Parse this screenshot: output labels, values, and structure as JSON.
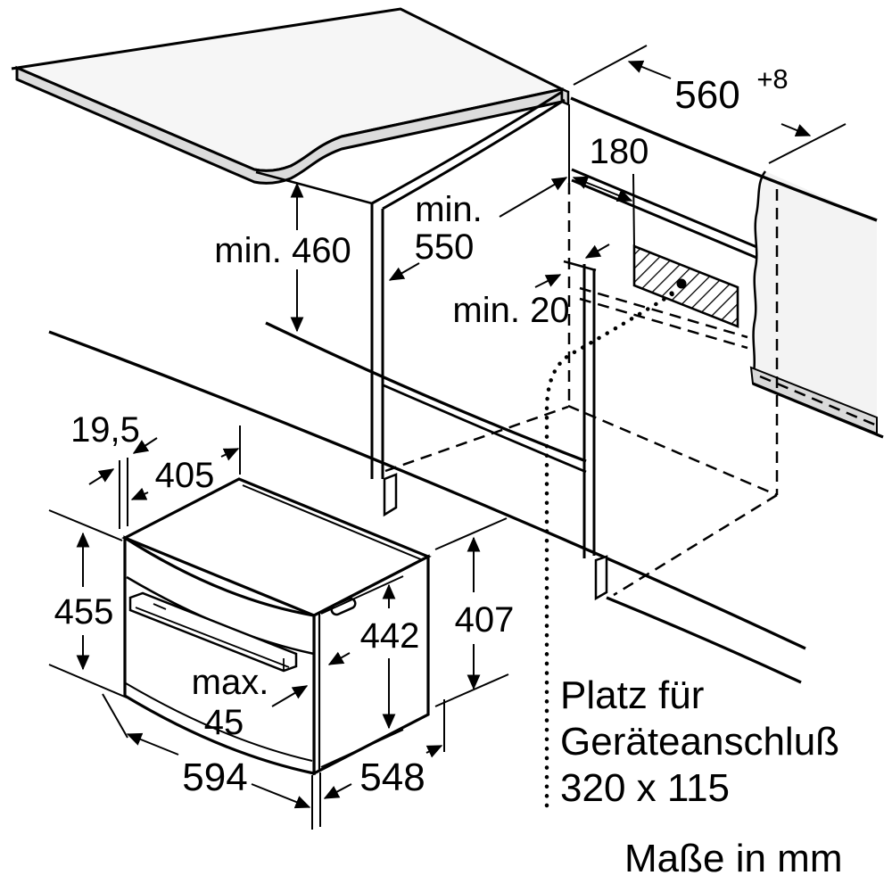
{
  "diagram_title": "Built-in oven installation drawing",
  "units_note": "Maße in mm",
  "connection_note": {
    "line1": "Platz für",
    "line2": "Geräteanschluß",
    "line3": "320 x 115"
  },
  "dimensions": {
    "niche_width": {
      "value": "560",
      "tolerance": "+8"
    },
    "connection_offset": "180",
    "niche_depth": {
      "line1": "min.",
      "line2": "550"
    },
    "worktop_clearance": "min. 460",
    "rear_gap": "min. 20",
    "front_frame_depth": "19,5",
    "top_depth": "405",
    "appliance_height": "455",
    "body_height": "442",
    "rear_height": "407",
    "handle_clearance": {
      "line1": "max.",
      "line2": "45"
    },
    "appliance_width": "594",
    "body_depth": "548"
  },
  "colors": {
    "line": "#000000",
    "counter_top": "#f6f6f6",
    "edge_band": "#dcdcdc",
    "wall_face": "#f3f3f3",
    "skirt": "#d9d9d9",
    "background": "#ffffff"
  }
}
